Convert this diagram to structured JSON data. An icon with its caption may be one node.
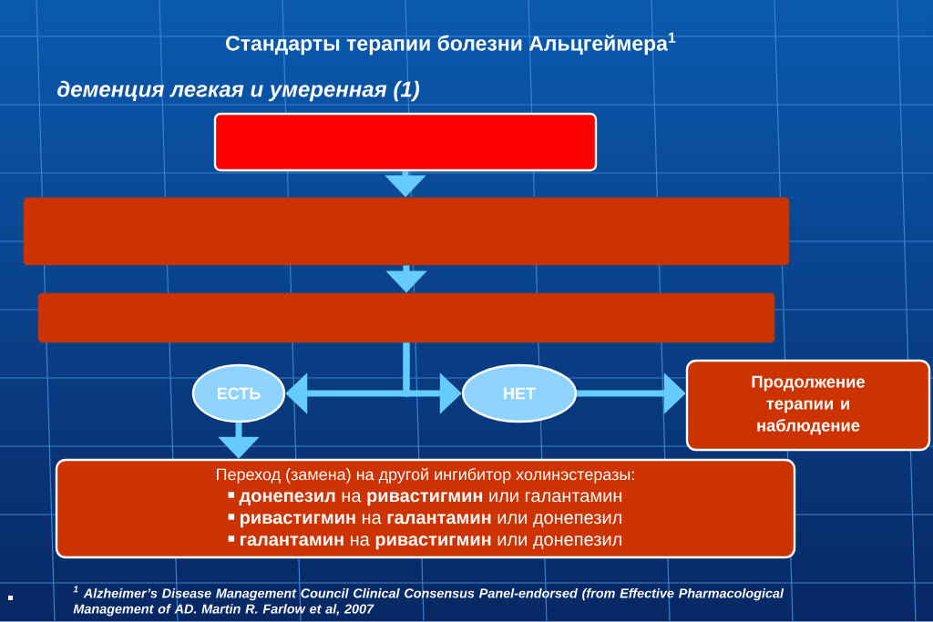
{
  "diagram": {
    "title": "Стандарты терапии болезни Альцгеймера$^{1}$",
    "nodes": [
      {
        "text": [],
        "shape": "box"
      },
      {
        "text": [],
        "shape": "box"
      },
      {
        "text": [],
        "shape": "box"
      },
      {
        "text": [
          "ЕСТЬ"
        ]
      },
      {
        "text": [
          "НЕТ"
        ]
      },
      {
        "text": [
          "Продолжение терапии и наблюдение"
        ]
      },
      {
        "text": [
          "Переход (замена) на другой  ингибитор холинэстеразы:",
          "**донепезил** на **ривастигмин** или галантамин",
          "**ривастигмин** на **галантамин** или донепезил",
          "**галантамин** на **ривастигмин** или донепезил"
        ]
      }
    ],
    "edges": [
      {
        "from": 0,
        "to": 1,
        "arrow": "to"
      },
      {
        "from": 1,
        "to": 2,
        "arrow": "to"
      },
      {
        "from": 2,
        "to": 3,
        "arrow": "to"
      },
      {
        "from": 2,
        "to": 4,
        "arrow": "to"
      },
      {
        "from": 4,
        "to": 5,
        "arrow": "to"
      },
      {
        "from": 3,
        "to": 6,
        "arrow": "to"
      }
    ],
    "labels": [
      "деменция легкая и умеренная (1)",
      "$^{1}$ Alzheimer’s Disease Management Council Clinical Consensus Panel-endorsed (from Effective Pharmacological Management of  AD. Martin R. Farlow et al, 2007"
    ]
  }
}
